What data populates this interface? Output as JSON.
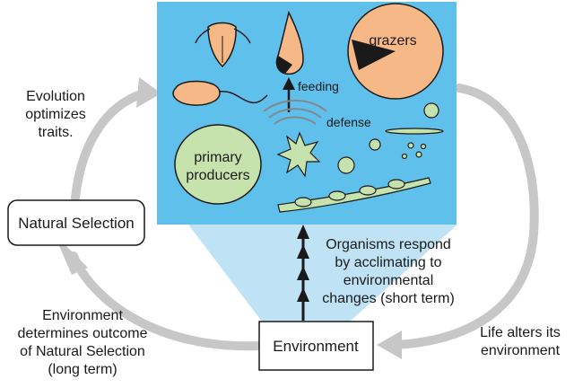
{
  "colors": {
    "panel": "#5fc0eb",
    "beam": "#bfe3f5",
    "orange": "#f7b887",
    "green": "#c6e3ad",
    "cycle_arrow": "#c7c7c7",
    "ink": "#1a1a1a"
  },
  "panel": {
    "grazers": "grazers",
    "producers_line1": "primary",
    "producers_line2": "producers",
    "feeding": "feeding",
    "defense": "defense"
  },
  "natural_selection": "Natural Selection",
  "environment": "Environment",
  "evolution": [
    "Evolution",
    "optimizes",
    "traits."
  ],
  "env_determines": [
    "Environment",
    "determines outcome",
    "of Natural Selection",
    "(long term)"
  ],
  "organisms_respond": [
    "Organisms respond",
    "by acclimating to",
    "environmental",
    "changes (short term)"
  ],
  "life_alters": [
    "Life alters its",
    "environment"
  ],
  "icons": [
    "copepod-icon",
    "tintinnid-icon",
    "dinoflagellate-icon",
    "radiolarian-icon",
    "diatom-chain-icon",
    "feeding-arrow-icon",
    "defense-waves-icon"
  ]
}
